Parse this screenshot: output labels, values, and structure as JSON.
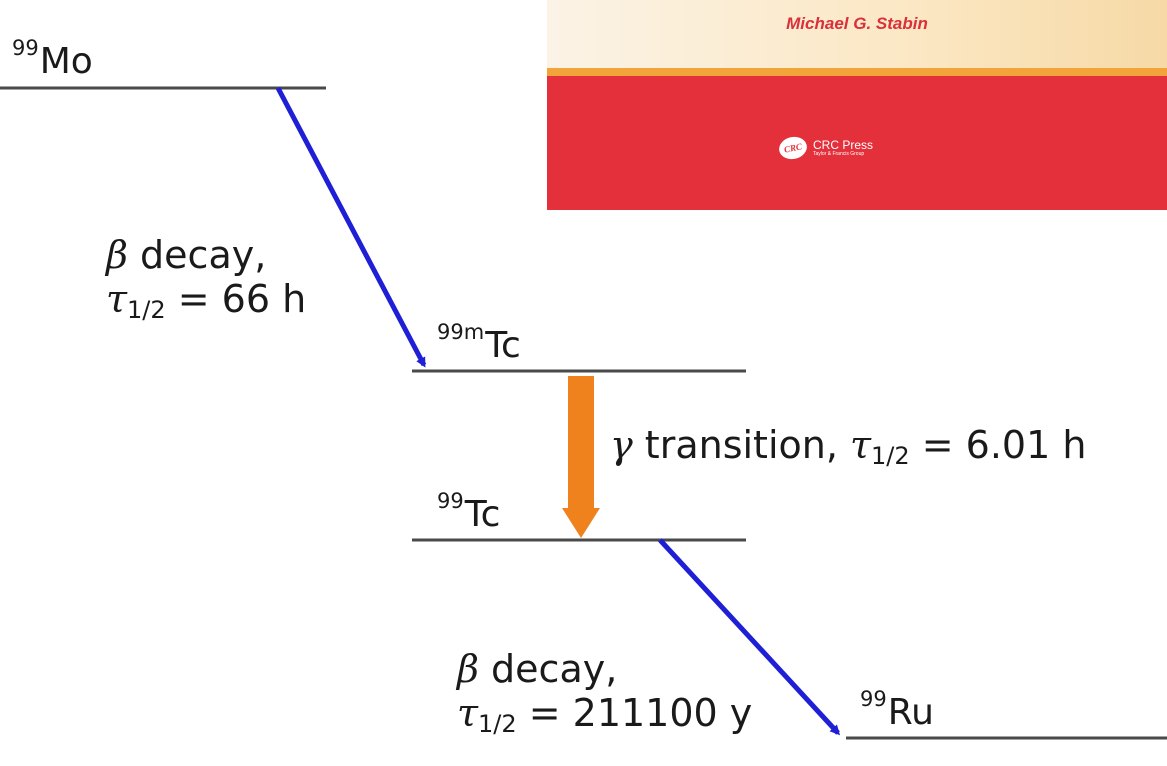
{
  "book_banner": {
    "author": "Michael G. Stabin",
    "publisher": "CRC Press",
    "publisher_group": "Taylor & Francis Group",
    "logo_text": "CRC",
    "colors": {
      "banner_red": "#e3303a",
      "banner_stripe": "#f2a33a",
      "author_text": "#d9303c"
    }
  },
  "levels": {
    "mo": {
      "mass": "99",
      "symbol": "Mo"
    },
    "tc99m": {
      "mass": "99m",
      "symbol": "Tc"
    },
    "tc99": {
      "mass": "99",
      "symbol": "Tc"
    },
    "ru": {
      "mass": "99",
      "symbol": "Ru"
    }
  },
  "transitions": {
    "mo_to_tc99m": {
      "greek": "β",
      "text": " decay,",
      "tau": "τ",
      "sub": "1/2",
      "value": " = 66 h"
    },
    "gamma": {
      "greek": "γ",
      "text": " transition, ",
      "tau": "τ",
      "sub": "1/2",
      "value": " = 6.01 h"
    },
    "tc99_to_ru": {
      "greek": "β",
      "text": " decay,",
      "tau": "τ",
      "sub": "1/2",
      "value": " = 211100 y"
    }
  },
  "colors": {
    "beta_arrow": "#1f1fd6",
    "gamma_arrow": "#f0821e",
    "level_line": "#4a4a4a"
  }
}
